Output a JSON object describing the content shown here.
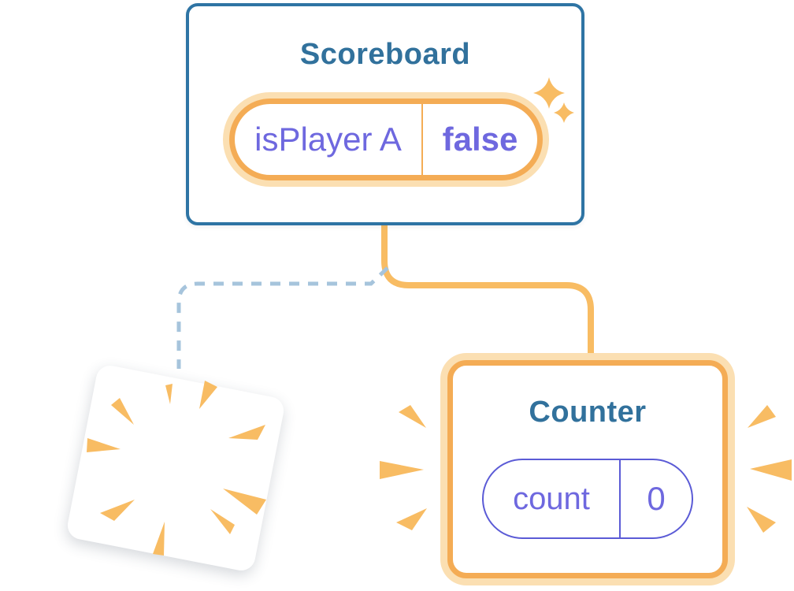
{
  "diagram": {
    "background": "#FFFFFF",
    "scoreboard_card": {
      "title": "Scoreboard",
      "state_pill": {
        "name": "isPlayer A",
        "value": "false"
      }
    },
    "counter_card": {
      "title": "Counter",
      "state_pill": {
        "name": "count",
        "value": "0"
      }
    },
    "removed_card": {
      "label": ""
    }
  },
  "colors": {
    "card_border_blue": "#2E74A4",
    "title_text_blue": "#31719C",
    "state_text_purple": "#6E68DF",
    "pill_border_purple": "#5B5BD6",
    "pill_border_orange": "#F4AC55",
    "pill_halo_orange": "#FBDFB2",
    "accent_orange": "#F8BC63",
    "dashed_edge_blue": "#A6C4DC",
    "card_white": "#FFFFFF"
  },
  "icons": {
    "sparkle": "sparkle-icon",
    "burst": "burst-rays-icon",
    "emphasis": "emphasis-rays-icon"
  }
}
